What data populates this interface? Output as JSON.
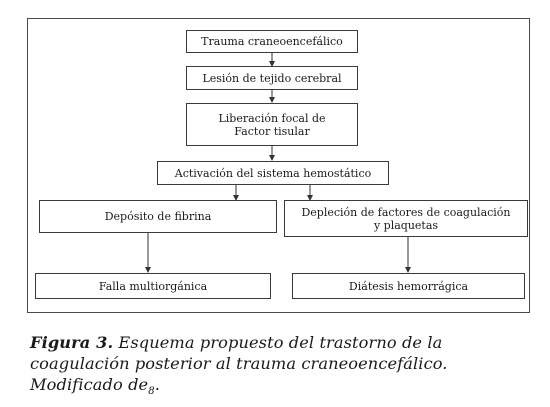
{
  "diagram": {
    "nodes": {
      "trauma": "Trauma craneoencefálico",
      "lesion": "Lesión de tejido cerebral",
      "liberacion_line1": "Liberación focal de",
      "liberacion_line2": "Factor tisular",
      "activacion": "Activación del sistema hemostático",
      "deposito": "Depósito de fibrina",
      "deplecion_line1": "Depleción de factores de coagulación",
      "deplecion_line2": "y plaquetas",
      "falla": "Falla multiorgánica",
      "diatesis": "Diátesis hemorrágica"
    },
    "edges": [
      [
        "trauma",
        "lesion"
      ],
      [
        "lesion",
        "liberacion"
      ],
      [
        "liberacion",
        "activacion"
      ],
      [
        "activacion",
        "deposito"
      ],
      [
        "activacion",
        "deplecion"
      ],
      [
        "deposito",
        "falla"
      ],
      [
        "deplecion",
        "diatesis"
      ]
    ]
  },
  "caption": {
    "label": "Figura 3.",
    "text": " Esquema propuesto del trastorno de la coagulación posterior al trauma craneoencefálico. Modificado de",
    "ref": "8",
    "end": "."
  }
}
